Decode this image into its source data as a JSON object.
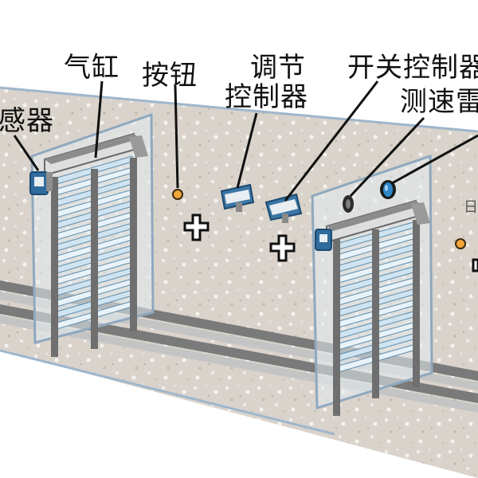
{
  "labels": {
    "sensor": "感器",
    "cylinder": "气缸",
    "button": "按钮",
    "regulator_line1": "调节",
    "regulator_line2": "控制器",
    "switch_controller": "开关控制器",
    "speed_radar": "测速雷",
    "partial_right": "日"
  },
  "colors": {
    "wall": "#d9d3cb",
    "wall_speckle": "#f4f1ec",
    "edge": "#9fb6cc",
    "frame": "#6f6f6f",
    "slat": "#cfe3f1",
    "slat_edge": "#5b8aa8",
    "device_blue": "#3b76a5",
    "rail_dark": "#7a7a7a",
    "rail_light": "#bdbdbd"
  },
  "icons": [
    "sensor-icon",
    "speed-radar-icon",
    "switch-controller-icon",
    "button-icon",
    "cross-marker-icon",
    "regulator-controller-icon"
  ]
}
